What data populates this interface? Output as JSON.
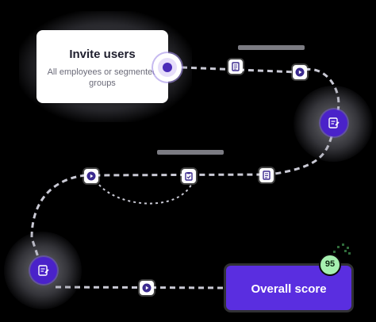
{
  "invite_card": {
    "title": "Invite users",
    "subtitle": "All employees or segmented groups"
  },
  "score_card": {
    "title": "Overall score",
    "badge": "95"
  },
  "colors": {
    "background": "#000000",
    "accent_purple": "#4a22c9",
    "score_purple": "#5a2ee0",
    "badge_green": "#a6f0b0",
    "connector": "#c9c9d4"
  },
  "icons": {
    "entry_ring": "target-icon",
    "hub": "survey-icon",
    "play": "play-icon",
    "document": "document-icon",
    "clipboard": "clipboard-icon"
  }
}
